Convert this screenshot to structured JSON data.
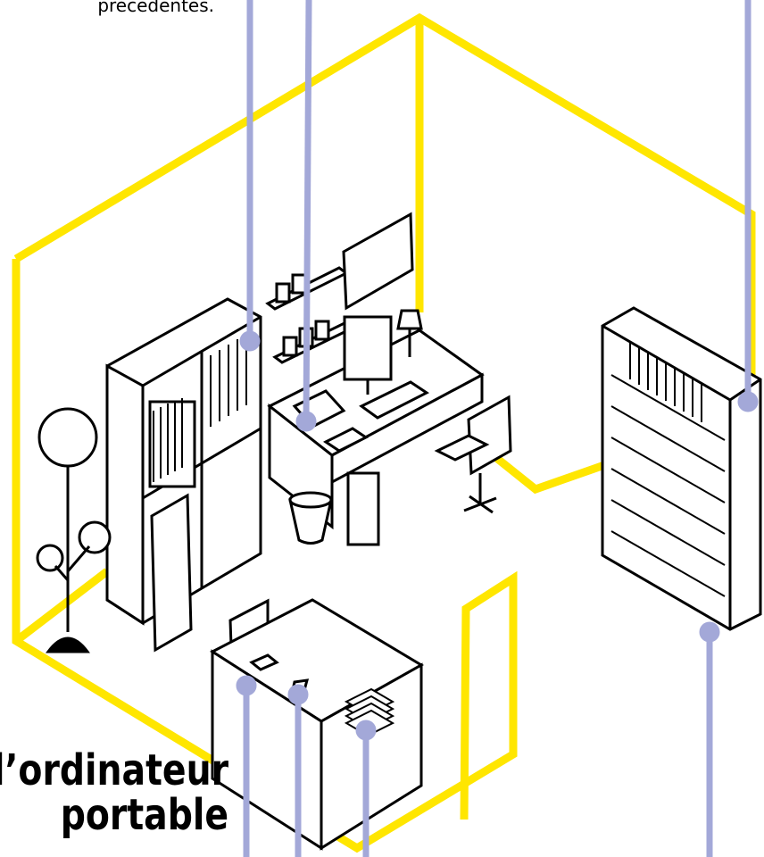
{
  "caption_top": "precedentes.",
  "title_line1": "l’ordinateur",
  "title_line2": "portable",
  "colors": {
    "outline": "#ffe600",
    "leader": "#a3a8d8",
    "ink": "#000000",
    "background": "#ffffff"
  },
  "objects": [
    "bookcase-left-icon",
    "desk-with-computer-icon",
    "shelf-unit-right-icon",
    "reception-counter-icon",
    "wastebasket-icon",
    "coat-rack-icon",
    "office-chair-icon",
    "desk-lamp-icon",
    "wall-board-icon",
    "book-stack-icon"
  ]
}
